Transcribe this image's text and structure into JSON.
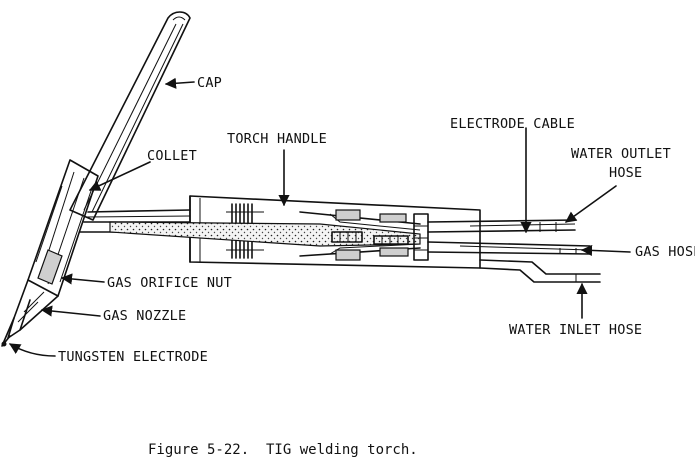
{
  "labels": {
    "cap": "CAP",
    "collet": "COLLET",
    "torch_handle": "TORCH HANDLE",
    "electrode_cable": "ELECTRODE CABLE",
    "water_outlet_hose_1": "WATER OUTLET",
    "water_outlet_hose_2": "HOSE",
    "gas_hose": "GAS HOSE",
    "gas_orifice_nut": "GAS ORIFICE NUT",
    "gas_nozzle": "GAS NOZZLE",
    "water_inlet_hose": "WATER INLET HOSE",
    "tungsten_electrode": "TUNGSTEN ELECTRODE"
  },
  "caption": "Figure 5-22.  TIG welding torch."
}
